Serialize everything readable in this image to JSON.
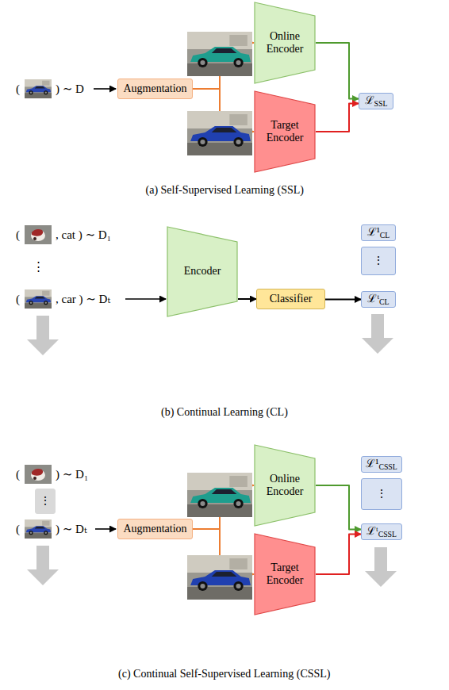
{
  "diagram": {
    "nodes": [
      {
        "text": [
          "Augmentation"
        ]
      },
      {
        "text": [
          "Online Encoder"
        ]
      },
      {
        "text": [
          "Target Encoder"
        ]
      },
      {
        "text": [
          "ℒSSL"
        ]
      },
      {
        "text": [
          "Encoder"
        ]
      },
      {
        "text": [
          "Classifier"
        ]
      },
      {
        "text": [
          "ℒ¹CL"
        ]
      },
      {
        "text": [
          "⋮"
        ]
      },
      {
        "text": [
          "ℒᵗCL"
        ]
      },
      {
        "text": [
          "⋮"
        ]
      },
      {
        "text": [
          "Augmentation"
        ]
      },
      {
        "text": [
          "Online Encoder"
        ]
      },
      {
        "text": [
          "Target Encoder"
        ]
      },
      {
        "text": [
          "ℒ¹CSSL"
        ]
      },
      {
        "text": [
          "⋮"
        ]
      },
      {
        "text": [
          "ℒᵗCSSL"
        ]
      }
    ],
    "edges": [
      {
        "from": 0,
        "to": 1,
        "arrow": "to"
      },
      {
        "from": 0,
        "to": 2,
        "arrow": "to"
      },
      {
        "from": 1,
        "to": 3,
        "arrow": "to"
      },
      {
        "from": 2,
        "to": 3,
        "arrow": "to"
      },
      {
        "from": 4,
        "to": 5,
        "arrow": "to"
      },
      {
        "from": 5,
        "to": 8,
        "arrow": "to"
      },
      {
        "from": 10,
        "to": 11,
        "arrow": "to"
      },
      {
        "from": 10,
        "to": 12,
        "arrow": "to"
      },
      {
        "from": 11,
        "to": 15,
        "arrow": "to"
      },
      {
        "from": 12,
        "to": 15,
        "arrow": "to"
      }
    ],
    "labels": [
      "(",
      ") ∼ D",
      "(a) Self-Supervised Learning (SSL)",
      "(",
      ", cat ) ∼ D₁",
      "⋮",
      "(",
      ", car ) ∼ Dₜ",
      "(b) Continual Learning (CL)",
      "(",
      ") ∼ D₁",
      "(",
      ") ∼ Dₜ",
      "(c) Continual Self-Supervised Learning (CSSL)"
    ]
  }
}
